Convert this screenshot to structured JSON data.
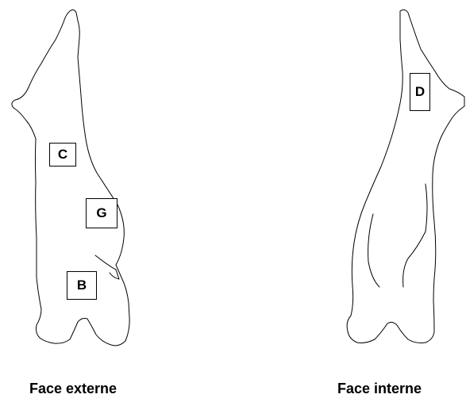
{
  "views": [
    {
      "caption": "Face externe",
      "markers": [
        "C",
        "G",
        "B"
      ]
    },
    {
      "caption": "Face interne",
      "markers": [
        "D"
      ]
    }
  ]
}
